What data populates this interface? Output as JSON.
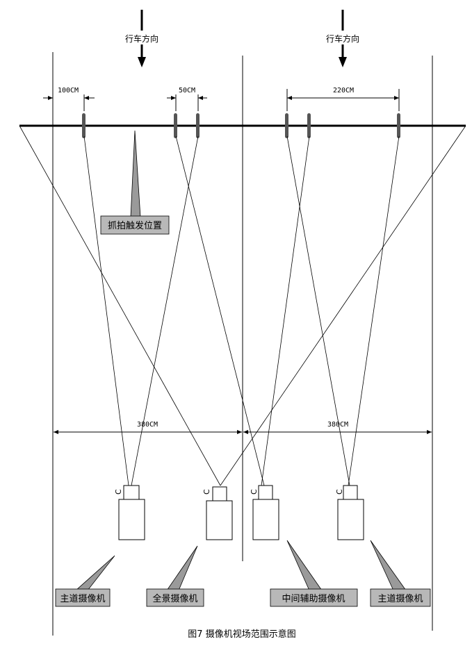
{
  "direction_left": "行车方向",
  "direction_right": "行车方向",
  "dim_100": "100CM",
  "dim_50": "50CM",
  "dim_220": "220CM",
  "dim_380_left": "380CM",
  "dim_380_right": "380CM",
  "trigger_label": "抓拍触发位置",
  "camera_lens_label": "C",
  "callouts": {
    "main_left": "主道摄像机",
    "panorama": "全景摄像机",
    "aux_middle": "中间辅助摄像机",
    "main_right": "主道摄像机"
  },
  "caption": "图7 摄像机视场范围示意图",
  "colors": {
    "line": "#000000",
    "callout_fill": "#b8b8b8",
    "pointer_fill": "#9a9a9a",
    "marker_fill": "#555555"
  }
}
